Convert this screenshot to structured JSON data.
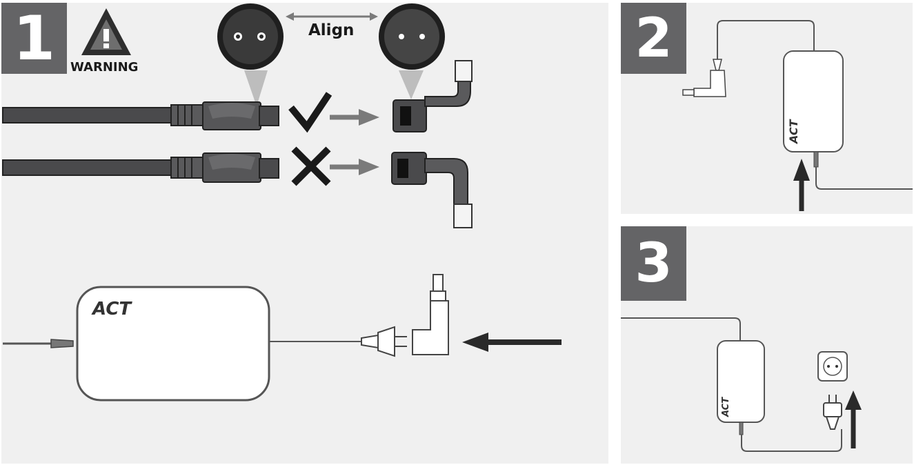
{
  "panels": {
    "step1": {
      "number": "1",
      "warning_label": "WARNING",
      "align_label": "Align",
      "brand": "ACT"
    },
    "step2": {
      "number": "2",
      "brand": "ACT"
    },
    "step3": {
      "number": "3",
      "brand": "ACT"
    }
  },
  "colors": {
    "panel_background": "#f0f0f0",
    "step_badge": "#646466",
    "cable": "#555557",
    "correct_mark": "#1a1a1a",
    "wrong_mark": "#1a1a1a",
    "arrow": "#6a6a6a"
  },
  "icons": [
    "warning-icon",
    "checkmark-icon",
    "cross-icon",
    "arrow-icon",
    "wall-socket-icon",
    "power-plug-icon"
  ]
}
